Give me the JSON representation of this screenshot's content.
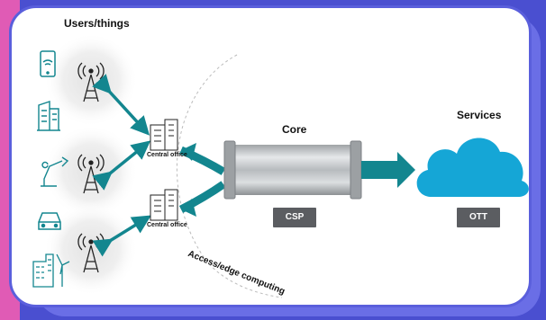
{
  "labels": {
    "users": "Users/things",
    "core": "Core",
    "services": "Services",
    "central_office_1": "Central office",
    "central_office_2": "Central office",
    "csp": "CSP",
    "ott": "OTT",
    "edge": "Access/edge computing"
  },
  "colors": {
    "teal": "#13868f",
    "cloud": "#15a6d6",
    "page_bg": "#4a4fd0",
    "card_border": "#5a5fdc",
    "pink": "#e05bb5",
    "label_box": "#5b5d61"
  },
  "icons": [
    "phone-icon",
    "building-icon",
    "robot-arm-icon",
    "car-icon",
    "smart-building-icon",
    "wind-turbine-icon",
    "cell-tower-icon",
    "cloud-icon",
    "pipe-icon"
  ]
}
